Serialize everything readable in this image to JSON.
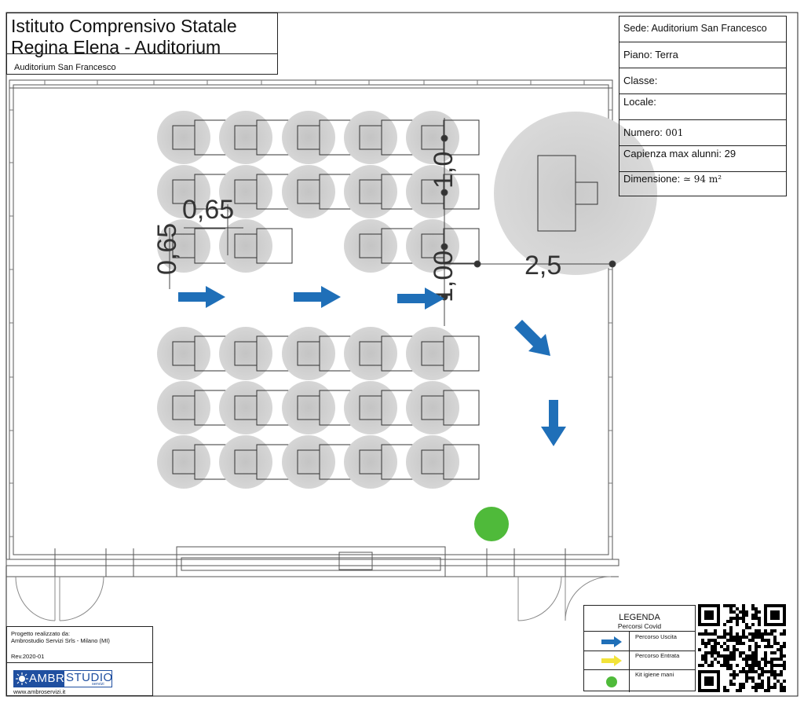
{
  "header": {
    "title_line1": "Istituto Comprensivo Statale",
    "title_line2": "Regina Elena - Auditorium",
    "subtitle": "Auditorium San Francesco"
  },
  "info": {
    "sede": "Sede:  Auditorium San Francesco",
    "piano": "Piano: Terra",
    "classe": "Classe:",
    "locale": "Locale:",
    "numero_label": "Numero: ",
    "numero_value": "001",
    "capienza": "Capienza max alunni: 29",
    "dimensione_label": "Dimensione: ",
    "dimensione_value": "≃ 94 m²"
  },
  "dimensions": {
    "seat_width": "0,65",
    "seat_depth": "0,65",
    "row_spacing_top": "1,0",
    "row_spacing_bottom": "1,00",
    "teacher_distance": "2,5"
  },
  "legend": {
    "title": "LEGENDA",
    "subtitle": "Percorsi Covid",
    "items": [
      {
        "label": "Percorso Uscita",
        "symbol": "arrow",
        "color": "#1f6fb8"
      },
      {
        "label": "Percorso Entrata",
        "symbol": "arrow",
        "color": "#f2e33a"
      },
      {
        "label": "Kit igiene mani",
        "symbol": "dot",
        "color": "#4fba3a"
      }
    ]
  },
  "footer": {
    "project_line1": "Progetto realizzato da:",
    "project_line2": "Ambrostudio Servizi Srls - Milano (MI)",
    "revision": "Rev.2020-01",
    "logo_left": "AMBRO",
    "logo_right": "STUDIO",
    "logo_sub": "servizi",
    "website": "www.ambroservizi.it"
  },
  "colors": {
    "exit_arrow": "#1f6fb8",
    "entry_arrow": "#f2e33a",
    "hygiene_dot": "#4fba3a",
    "seat_circle": "#cfcfcf"
  },
  "icons": {
    "exit_arrow": "arrow-right-icon",
    "hygiene": "dot-icon",
    "logo": "sun-icon",
    "qr": "qr-code-icon"
  }
}
